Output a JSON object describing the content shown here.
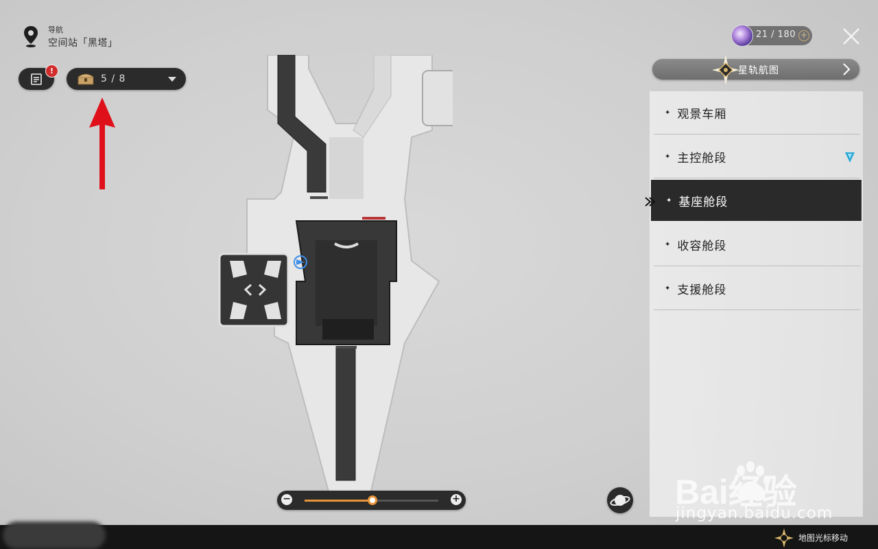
{
  "navigation": {
    "title": "导航",
    "location": "空间站「黑塔」",
    "icon": "map-pin-icon"
  },
  "quest_button": {
    "icon": "clipboard-icon",
    "alert": "!"
  },
  "chest_selector": {
    "icon": "treasure-chest-icon",
    "count": "5 / 8"
  },
  "stamina": {
    "value": "21 / 180",
    "plus": "+"
  },
  "star_rail_map": {
    "label": "星轨航图"
  },
  "floors": [
    {
      "label": "观景车厢",
      "active": false
    },
    {
      "label": "主控舱段",
      "active": false,
      "marker": true
    },
    {
      "label": "基座舱段",
      "active": true
    },
    {
      "label": "收容舱段",
      "active": false
    },
    {
      "label": "支援舱段",
      "active": false
    }
  ],
  "zoom": {
    "minus": "−",
    "plus": "+",
    "level": 0.51
  },
  "bottom_hint": {
    "label": "地图光标移动"
  },
  "watermark": {
    "brand": "Bai经验",
    "url": "jingyan.baidu.com"
  },
  "colors": {
    "accent_orange": "#e8953a",
    "alert_red": "#d12b2b",
    "annotation_red": "#e0101a",
    "marker_teal": "#29a9d6",
    "player_blue": "#3b8fe8"
  }
}
